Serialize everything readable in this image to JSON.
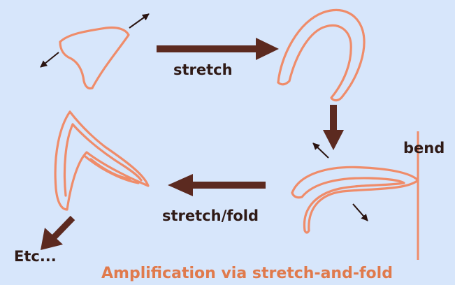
{
  "labels": {
    "stretch": "stretch",
    "bend": "bend",
    "stretch_fold": "stretch/fold",
    "etc": "Etc...",
    "caption": "Amplification via stretch-and-fold"
  },
  "colors": {
    "background": "#d7e6fb",
    "band": "#ef8c6a",
    "arrow": "#5c2a20",
    "text": "#2f1a16",
    "caption": "#e07a4c"
  }
}
